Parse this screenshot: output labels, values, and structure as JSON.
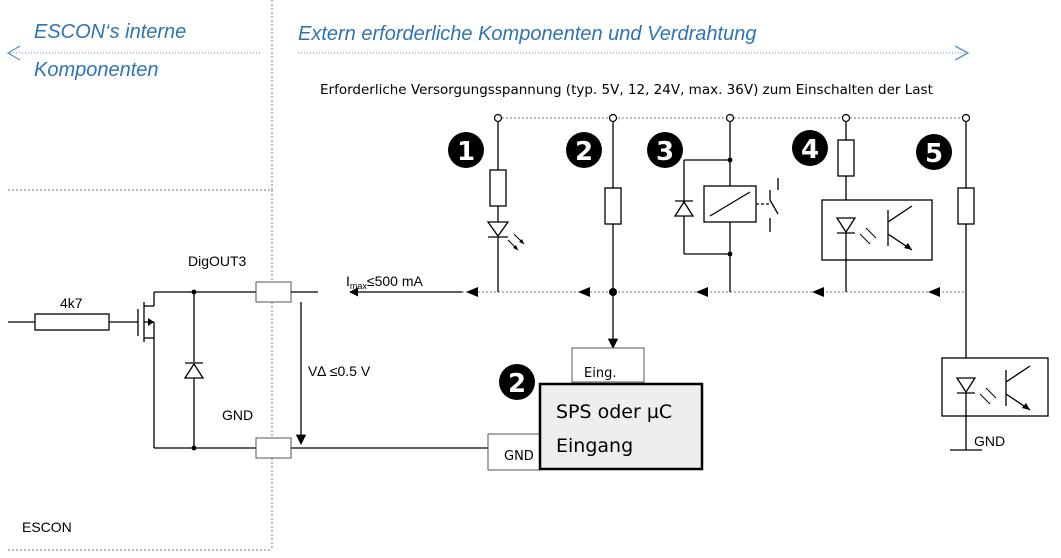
{
  "header": {
    "internal_line1": "ESCON‘s interne",
    "internal_line2": "Komponenten",
    "external": "Extern erforderliche Komponenten und Verdrahtung"
  },
  "supply_note": "Erforderliche Versorgungsspannung (typ. 5V, 12, 24V, max. 36V) zum Einschalten der Last",
  "labels": {
    "digout": "DigOUT3",
    "gnd_left": "GND",
    "resistor": "4k7",
    "escon": "ESCON",
    "imax_prefix": "I",
    "imax_sub": "max",
    "imax_value": "≤500 mA",
    "vdelta": "V∆ ≤0.5 V",
    "eing": "Eing.",
    "gnd_box": "GND",
    "gnd_right": "GND"
  },
  "plc_box": {
    "line1": "SPS oder µC",
    "line2": "Eingang"
  },
  "badges": [
    "1",
    "2",
    "3",
    "4",
    "5",
    "2"
  ],
  "colors": {
    "header": "#2e74b5",
    "box_fill": "#eeeeee",
    "badge": "#000000"
  }
}
